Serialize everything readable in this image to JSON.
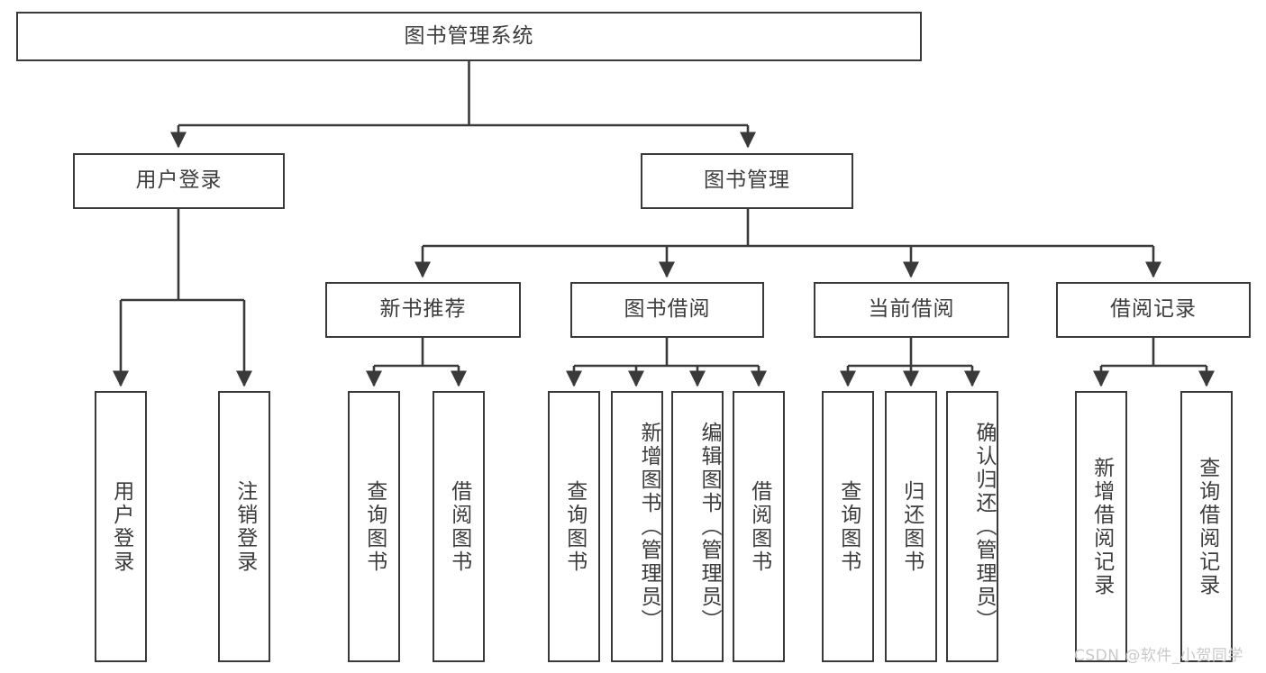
{
  "diagram": {
    "type": "hierarchy-tree",
    "title": "图书管理系统",
    "root": {
      "label": "图书管理系统"
    },
    "level2": [
      {
        "label": "用户登录"
      },
      {
        "label": "图书管理"
      }
    ],
    "level3": [
      {
        "label": "新书推荐"
      },
      {
        "label": "图书借阅"
      },
      {
        "label": "当前借阅"
      },
      {
        "label": "借阅记录"
      }
    ],
    "leaves": [
      {
        "label": "用户登录"
      },
      {
        "label": "注销登录"
      },
      {
        "label": "查询图书"
      },
      {
        "label": "借阅图书"
      },
      {
        "label": "查询图书"
      },
      {
        "label": "新增图书（管理员）"
      },
      {
        "label": "编辑图书（管理员）"
      },
      {
        "label": "借阅图书"
      },
      {
        "label": "查询图书"
      },
      {
        "label": "归还图书"
      },
      {
        "label": "确认归还（管理员）"
      },
      {
        "label": "新增借阅记录"
      },
      {
        "label": "查询借阅记录"
      }
    ],
    "watermark": "CSDN @软件_小贺同学",
    "colors": {
      "stroke": "#3a3a3a",
      "text": "#3c3c3c",
      "background": "#ffffff",
      "watermark": "#c9c9c9"
    }
  }
}
